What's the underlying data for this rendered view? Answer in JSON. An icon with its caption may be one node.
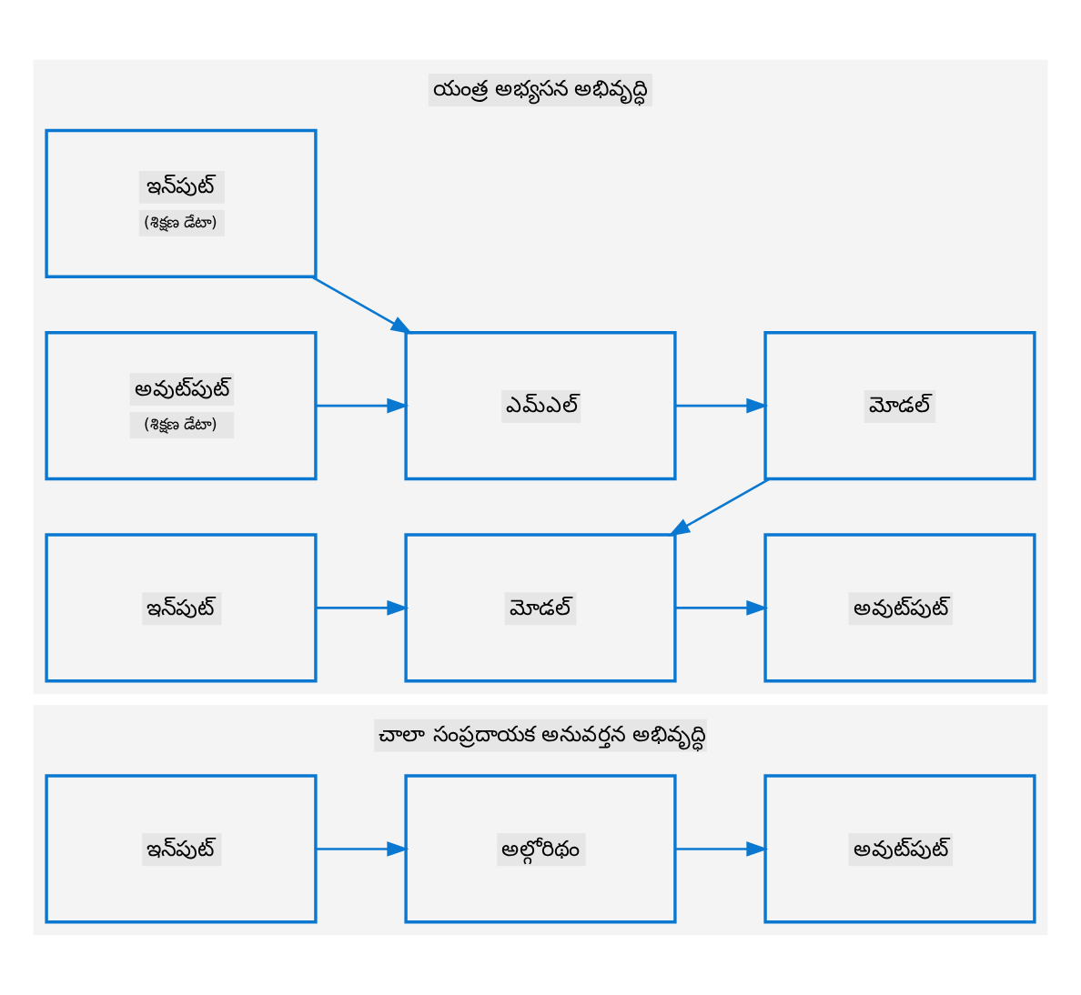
{
  "diagram": {
    "nodes": [
      {
        "text": [
          "చాలా సంప్రదాయక అనువర్తన అభివృద్ధి"
        ]
      },
      {
        "text": [
          "ఇన్‌పుట్"
        ],
        "in": 0
      },
      {
        "text": [
          "అల్గోరిథం"
        ],
        "in": 0
      },
      {
        "text": [
          "అవుట్‌పుట్"
        ],
        "in": 0
      },
      {
        "text": [
          "యంత్ర అభ్యసన అభివృద్ధి"
        ]
      },
      {
        "text": [
          "ఇన్‌పుట్",
          "(శిక్షణ డేటా)"
        ],
        "in": 4
      },
      {
        "text": [
          "అవుట్‌పుట్",
          "(శిక్షణ డేటా)"
        ],
        "in": 4
      },
      {
        "text": [
          "ఎమ్‌ఎల్"
        ],
        "in": 4
      },
      {
        "text": [
          "మోడల్"
        ],
        "in": 4
      },
      {
        "text": [
          "ఇన్‌పుట్"
        ],
        "in": 4
      },
      {
        "text": [
          "మోడల్"
        ],
        "in": 4
      },
      {
        "text": [
          "అవుట్‌పుట్"
        ],
        "in": 4
      }
    ],
    "edges": [
      {
        "from": 1,
        "to": 2,
        "arrow": "to"
      },
      {
        "from": 2,
        "to": 3,
        "arrow": "to"
      },
      {
        "from": 5,
        "to": 7,
        "arrow": "to"
      },
      {
        "from": 6,
        "to": 7,
        "arrow": "to"
      },
      {
        "from": 7,
        "to": 8,
        "arrow": "to"
      },
      {
        "from": 8,
        "to": 10,
        "arrow": "to"
      },
      {
        "from": 9,
        "to": 10,
        "arrow": "to"
      },
      {
        "from": 10,
        "to": 11,
        "arrow": "to"
      }
    ]
  }
}
